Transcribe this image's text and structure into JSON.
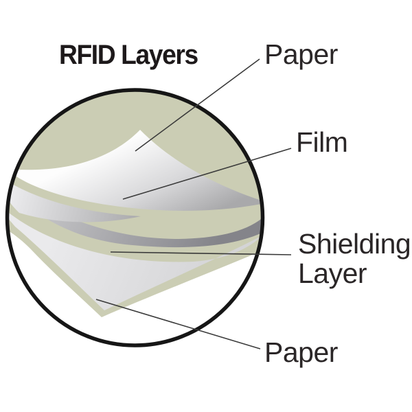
{
  "title": "RFID Layers",
  "labels": {
    "paper_top": "Paper",
    "film": "Film",
    "shielding_line1": "Shielding",
    "shielding_line2": "Layer",
    "paper_bottom": "Paper"
  },
  "colors": {
    "paper_green": "#cbcdb4",
    "outline_black": "#161616",
    "leader_line": "#3a3a3a",
    "text": "#2a2627",
    "paper_highlight": "#fdfdfd",
    "shadow_gray": "#84848a",
    "shield_gray": "#e9e9eb"
  }
}
